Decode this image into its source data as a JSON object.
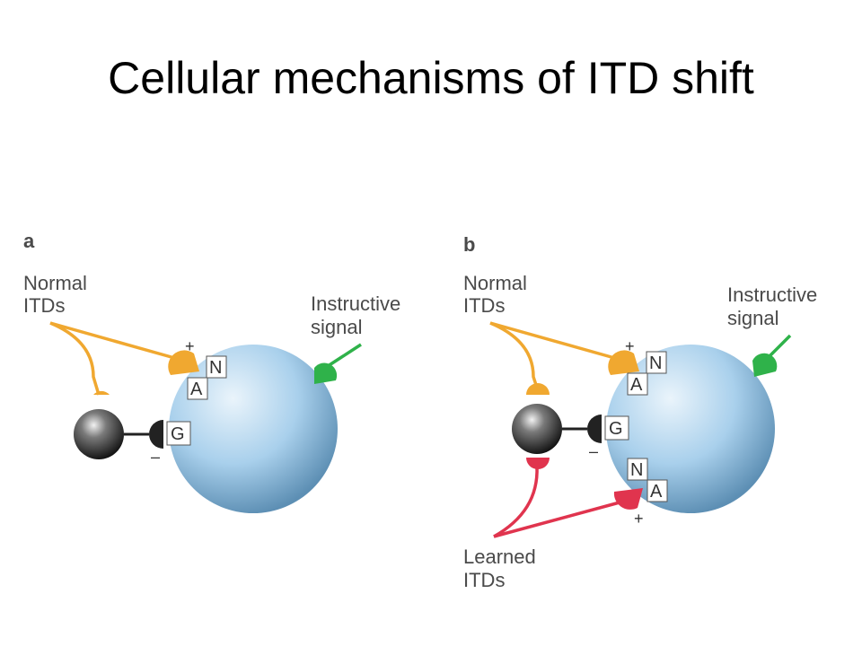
{
  "title": "Cellular mechanisms of ITD shift",
  "colors": {
    "normal_itd": "#f0a830",
    "learned_itd": "#e0344e",
    "instructive": "#2fb24a",
    "cell": "#a9d0ec",
    "inhibitory_neuron": "#222222"
  },
  "panel_a": {
    "label": "a",
    "normal_itds": [
      "Normal",
      "ITDs"
    ],
    "instructive_signal": [
      "Instructive",
      "signal"
    ],
    "receptor_n": "N",
    "receptor_a": "A",
    "receptor_g": "G",
    "plus": "+",
    "minus": "–"
  },
  "panel_b": {
    "label": "b",
    "normal_itds": [
      "Normal",
      "ITDs"
    ],
    "instructive_signal": [
      "Instructive",
      "signal"
    ],
    "learned_itds": [
      "Learned",
      "ITDs"
    ],
    "receptor_n": "N",
    "receptor_a": "A",
    "receptor_g": "G",
    "receptor_n2": "N",
    "receptor_a2": "A",
    "plus": "+",
    "minus": "–",
    "plus2": "+"
  }
}
